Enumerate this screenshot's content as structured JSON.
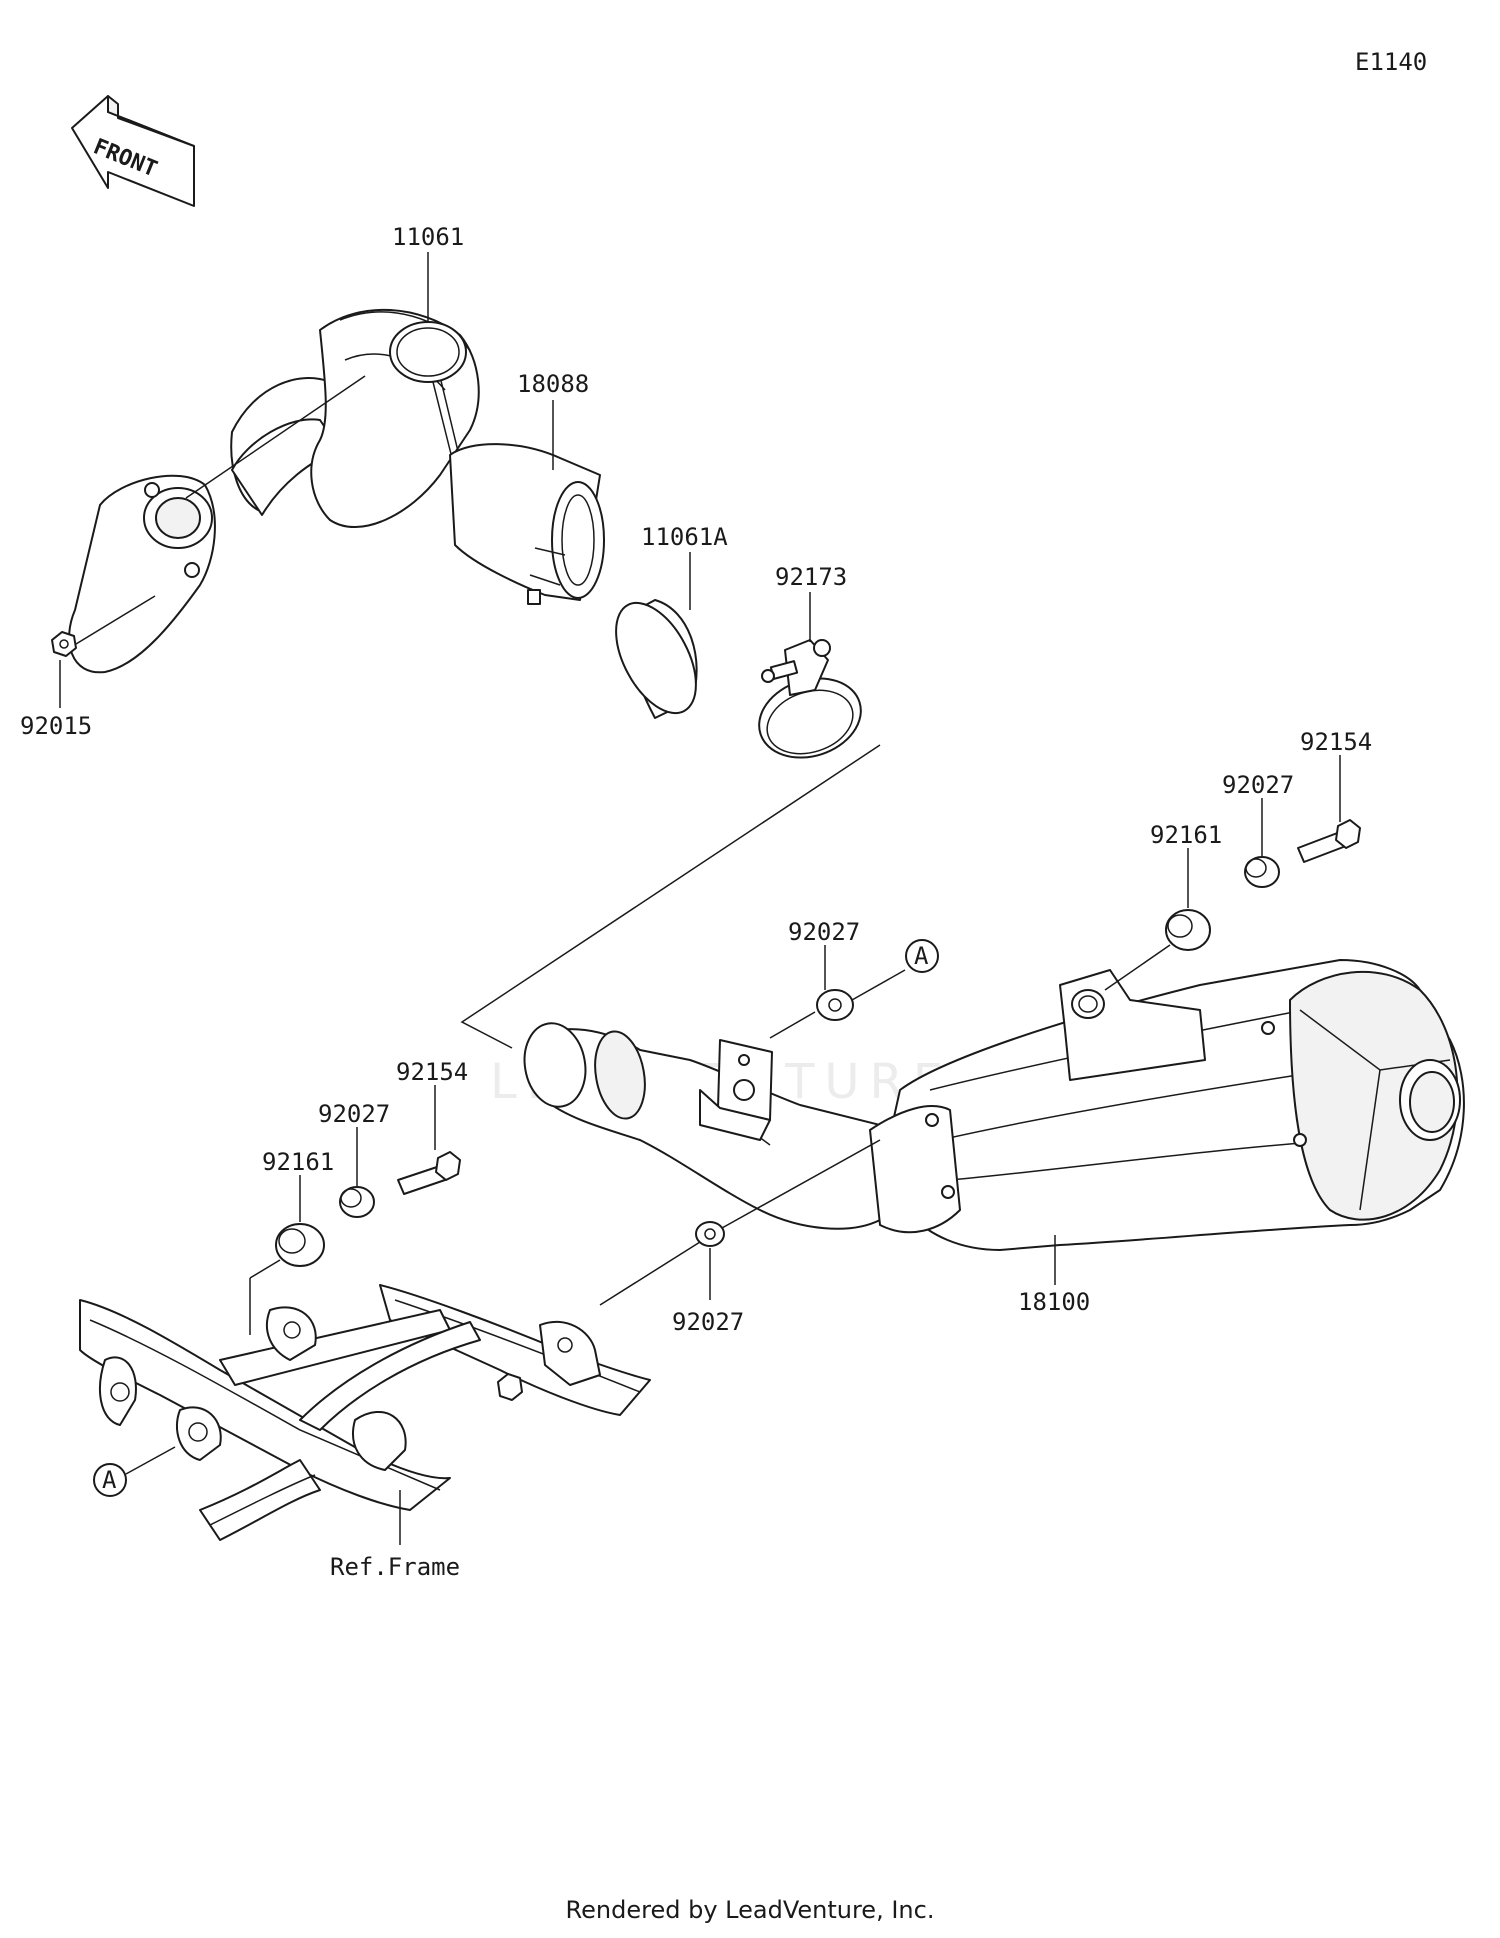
{
  "diagram_code": "E1140",
  "front_label": "FRONT",
  "watermark": "LEADVENTURE",
  "footer": "Rendered by LeadVenture, Inc.",
  "callouts": {
    "gasket_11061": "11061",
    "pipe_18088": "18088",
    "gasket_11061a": "11061A",
    "clamp_92173": "92173",
    "nut_92015": "92015",
    "bolt_92154_right": "92154",
    "collar_92027_right": "92027",
    "damper_92161_right": "92161",
    "collar_92027_center": "92027",
    "ref_a_center": "A",
    "bolt_92154_left": "92154",
    "collar_92027_left": "92027",
    "damper_92161_left": "92161",
    "collar_92027_lower": "92027",
    "muffler_18100": "18100",
    "ref_a_left": "A",
    "ref_frame": "Ref.Frame"
  }
}
